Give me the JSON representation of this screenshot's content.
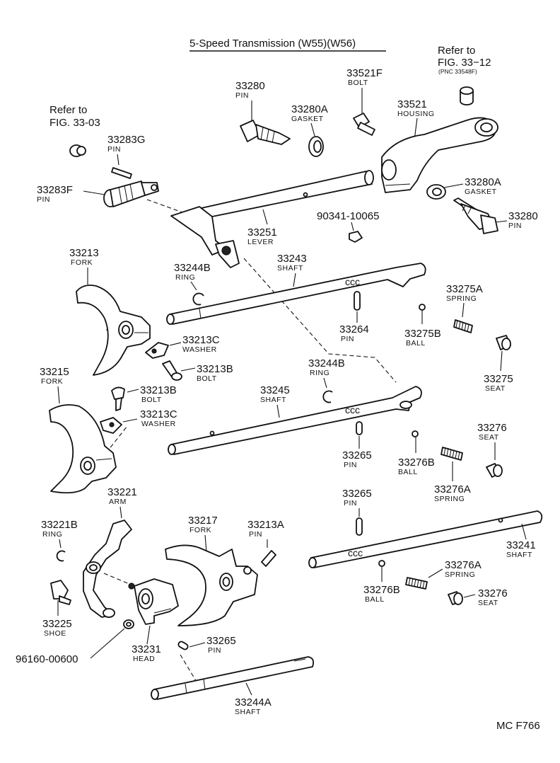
{
  "title": "5-Speed Transmission (W55)(W56)",
  "catalog_code": "MC F766",
  "references": [
    {
      "id": "ref-fig-33-03",
      "lines": [
        "Refer to",
        "FIG. 33-03"
      ]
    },
    {
      "id": "ref-fig-33-12",
      "lines": [
        "Refer to",
        "FIG. 33−12"
      ],
      "sub": "(PNC 33548F)"
    }
  ],
  "parts": {
    "p33280_top": {
      "number": "33280",
      "name": "PIN"
    },
    "p33280A_top": {
      "number": "33280A",
      "name": "GASKET"
    },
    "p33521F": {
      "number": "33521F",
      "name": "BOLT"
    },
    "p33521": {
      "number": "33521",
      "name": "HOUSING"
    },
    "p33283G": {
      "number": "33283G",
      "name": "PIN"
    },
    "p33283F": {
      "number": "33283F",
      "name": "PIN"
    },
    "p33280A_right": {
      "number": "33280A",
      "name": "GASKET"
    },
    "p33280_right": {
      "number": "33280",
      "name": "PIN"
    },
    "p90341": {
      "number": "90341-10065",
      "name": ""
    },
    "p33251": {
      "number": "33251",
      "name": "LEVER"
    },
    "p33213": {
      "number": "33213",
      "name": "FORK"
    },
    "p33244B_a": {
      "number": "33244B",
      "name": "RING"
    },
    "p33243": {
      "number": "33243",
      "name": "SHAFT"
    },
    "p33275A": {
      "number": "33275A",
      "name": "SPRING"
    },
    "p33264": {
      "number": "33264",
      "name": "PIN"
    },
    "p33275B": {
      "number": "33275B",
      "name": "BALL"
    },
    "p33213C_a": {
      "number": "33213C",
      "name": "WASHER"
    },
    "p33213B_a": {
      "number": "33213B",
      "name": "BOLT"
    },
    "p33275": {
      "number": "33275",
      "name": "SEAT"
    },
    "p33215": {
      "number": "33215",
      "name": "FORK"
    },
    "p33244B_b": {
      "number": "33244B",
      "name": "RING"
    },
    "p33245": {
      "number": "33245",
      "name": "SHAFT"
    },
    "p33213B_b": {
      "number": "33213B",
      "name": "BOLT"
    },
    "p33213C_b": {
      "number": "33213C",
      "name": "WASHER"
    },
    "p33276_a": {
      "number": "33276",
      "name": "SEAT"
    },
    "p33265_a": {
      "number": "33265",
      "name": "PIN"
    },
    "p33276B_a": {
      "number": "33276B",
      "name": "BALL"
    },
    "p33276A_a": {
      "number": "33276A",
      "name": "SPRING"
    },
    "p33221": {
      "number": "33221",
      "name": "ARM"
    },
    "p33265_b": {
      "number": "33265",
      "name": "PIN"
    },
    "p33221B": {
      "number": "33221B",
      "name": "RING"
    },
    "p33217": {
      "number": "33217",
      "name": "FORK"
    },
    "p33213A": {
      "number": "33213A",
      "name": "PIN"
    },
    "p33241": {
      "number": "33241",
      "name": "SHAFT"
    },
    "p33276A_b": {
      "number": "33276A",
      "name": "SPRING"
    },
    "p33225": {
      "number": "33225",
      "name": "SHOE"
    },
    "p33276B_b": {
      "number": "33276B",
      "name": "BALL"
    },
    "p33276_b": {
      "number": "33276",
      "name": "SEAT"
    },
    "p96160": {
      "number": "96160-00600",
      "name": ""
    },
    "p33231": {
      "number": "33231",
      "name": "HEAD"
    },
    "p33265_c": {
      "number": "33265",
      "name": "PIN"
    },
    "p33244A": {
      "number": "33244A",
      "name": "SHAFT"
    }
  }
}
